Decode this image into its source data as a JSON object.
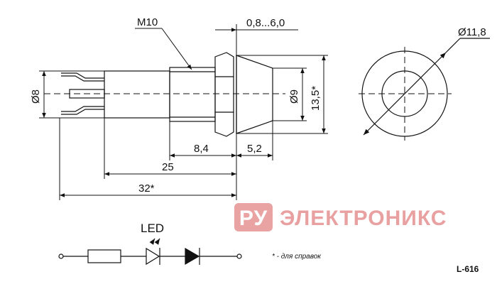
{
  "labels": {
    "thread": "M10",
    "thickness": "0,8...6,0",
    "outer_diameter": "Ø11,8",
    "d8": "Ø8",
    "d9": "Ø9",
    "h135": "13,5*",
    "len84": "8,4",
    "len52": "5,2",
    "len25": "25",
    "len32": "32*"
  },
  "schematic": {
    "led_label": "LED"
  },
  "footnote": "* - для справок",
  "part_code": "L-616",
  "watermark": {
    "badge": "РУ",
    "text": "ЭЛЕКТРОНИКС",
    "color": "#e8a0a0"
  },
  "colors": {
    "line": "#111111",
    "fill_dark": "#111111"
  }
}
